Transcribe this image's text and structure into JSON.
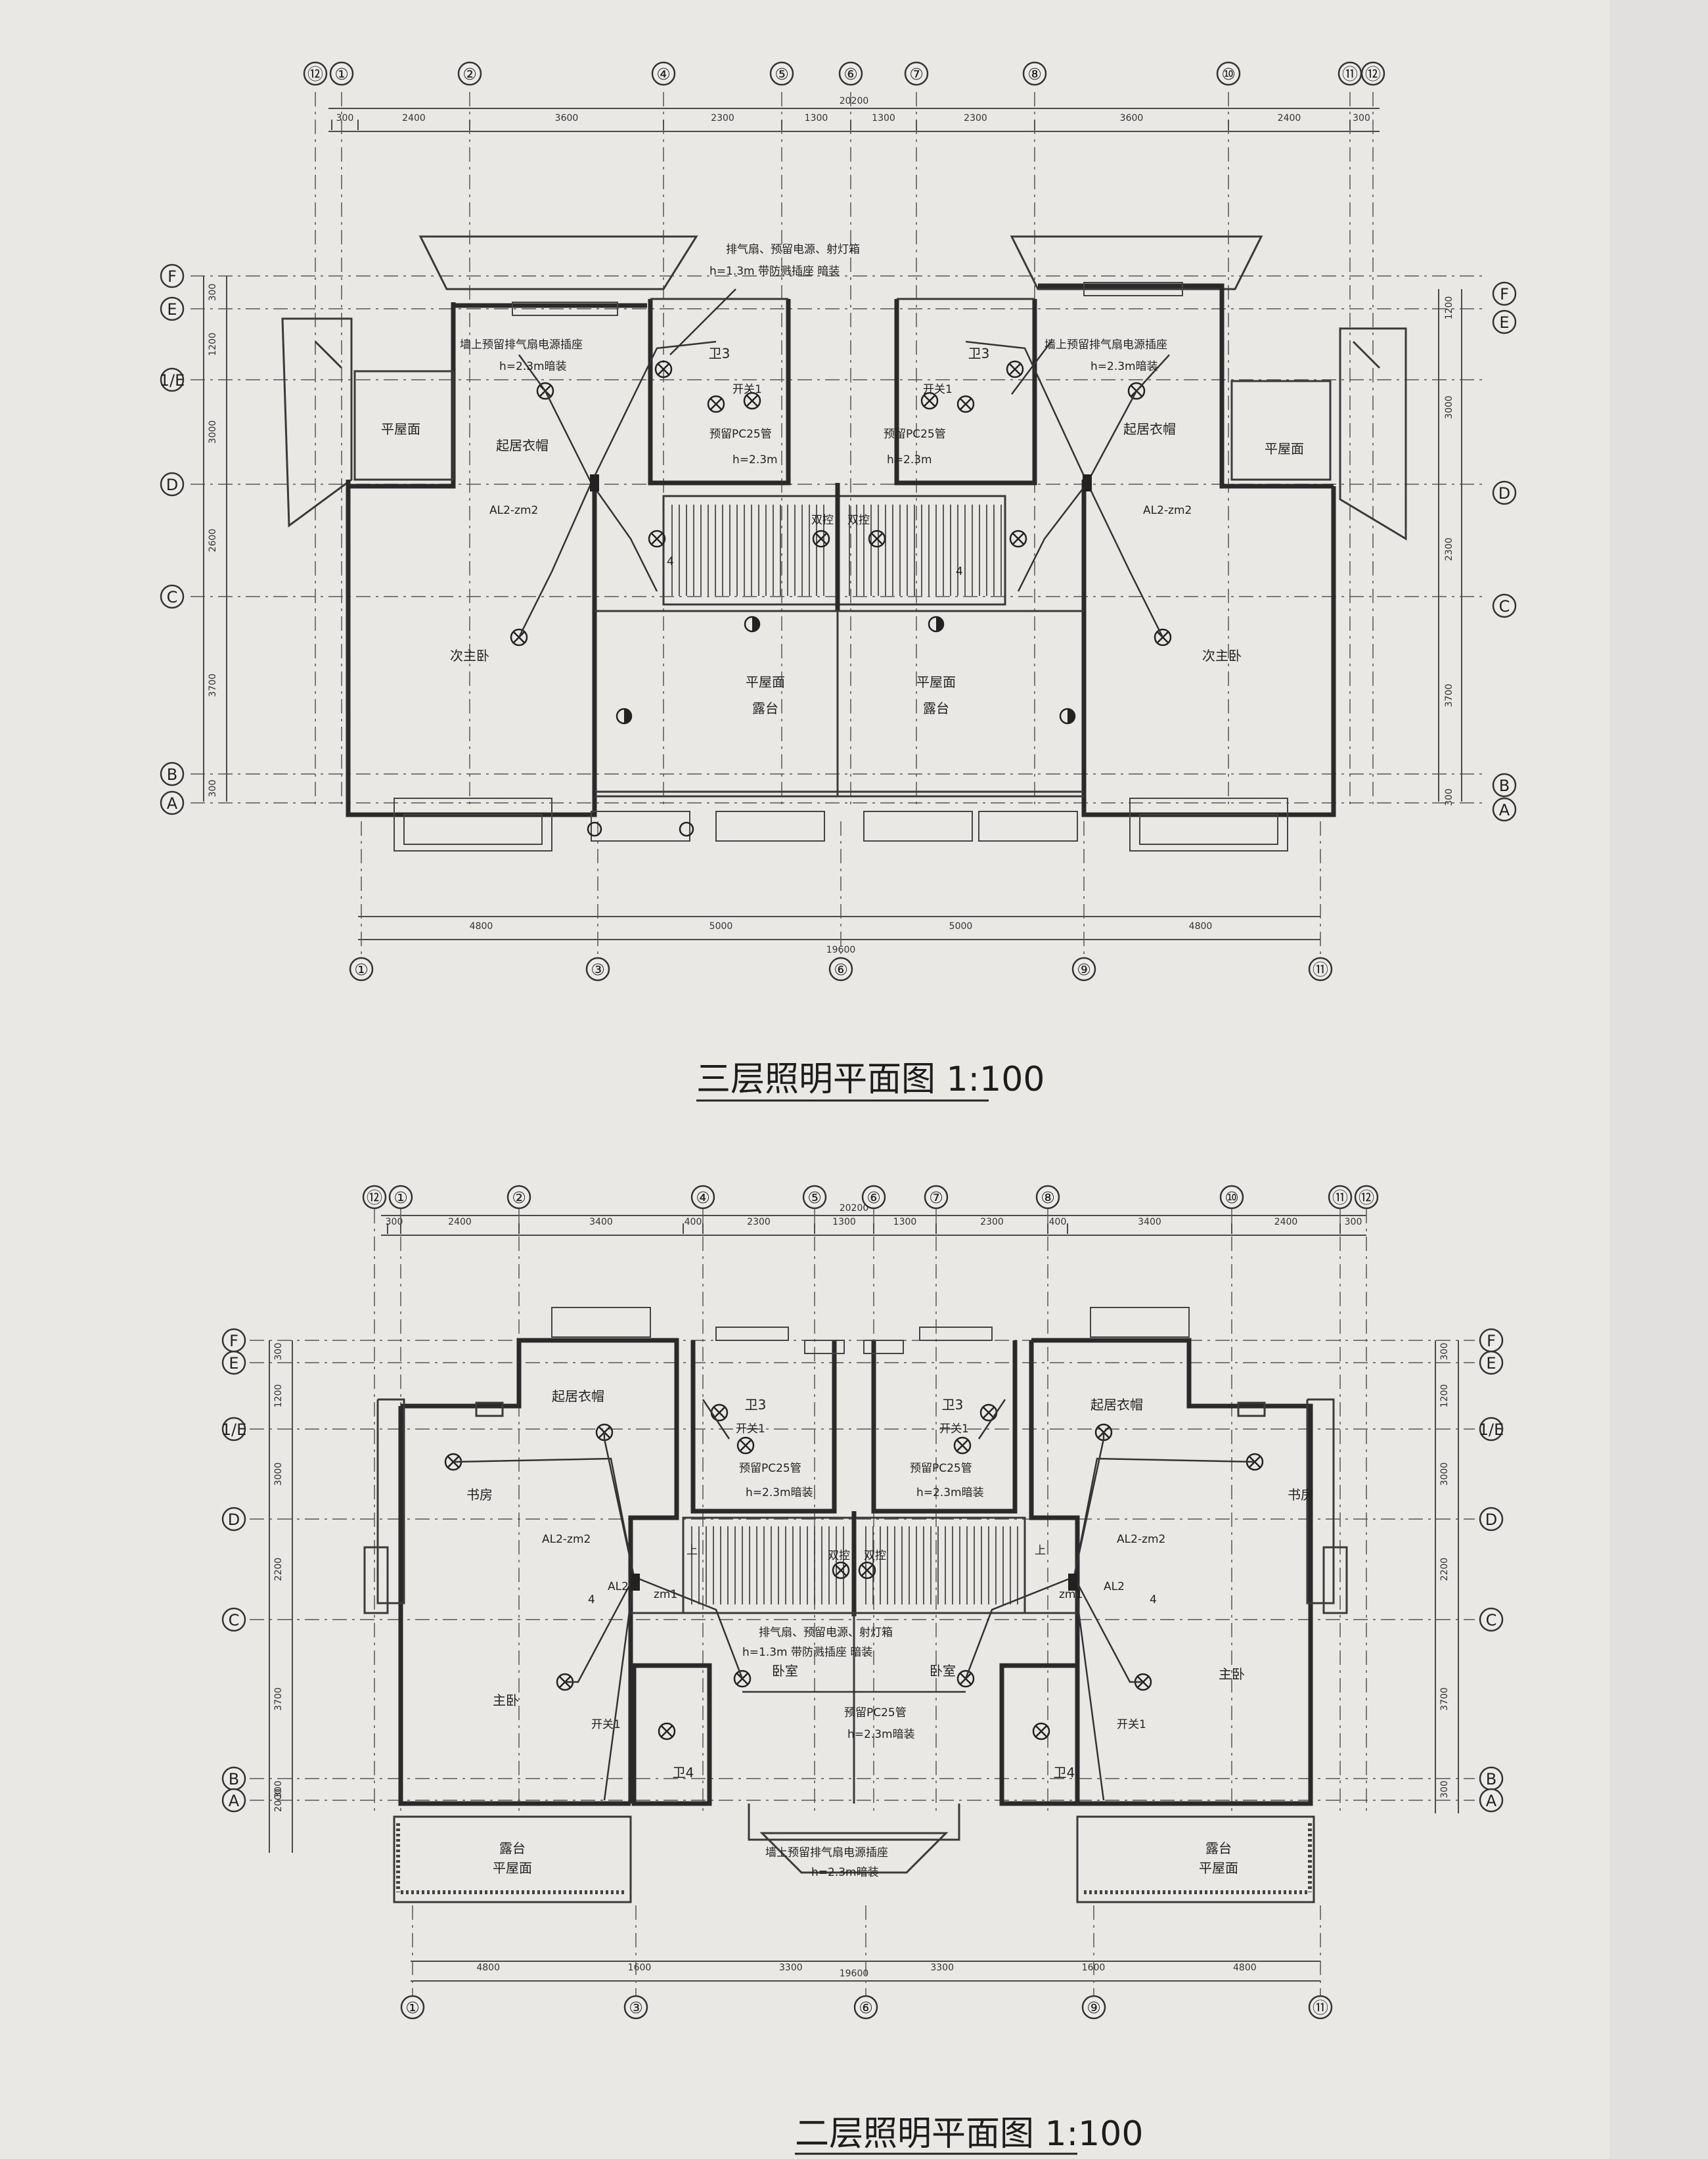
{
  "plans": [
    {
      "id": "third-floor",
      "title": "三层照明平面图",
      "scale": "1:100",
      "top_axes": [
        "⑫",
        "①",
        "②",
        "④",
        "⑤",
        "⑥",
        "⑦",
        "⑧",
        "⑩",
        "⑪",
        "⑫"
      ],
      "top_dims": [
        "300",
        "2400",
        "3600",
        "2300",
        "1300",
        "1300",
        "2300",
        "3600",
        "2400",
        "300"
      ],
      "top_total": "20200",
      "bottom_axes": [
        "①",
        "③",
        "⑥",
        "⑨",
        "⑪"
      ],
      "bottom_dims": [
        "4800",
        "5000",
        "5000",
        "4800"
      ],
      "bottom_total": "19600",
      "left_axes": [
        "F",
        "E",
        "1/E",
        "D",
        "C",
        "B",
        "A"
      ],
      "right_axes": [
        "F",
        "E",
        "D",
        "C",
        "B",
        "A"
      ],
      "left_dims": [
        "300",
        "1200",
        "3000",
        "2600",
        "3700",
        "300"
      ],
      "right_dims": [
        "1200",
        "3000",
        "2300",
        "3700",
        "300"
      ],
      "rooms": [
        "平屋面",
        "起居衣帽",
        "卫3",
        "次主卧",
        "平屋面",
        "露台",
        "平屋面",
        "露台",
        "次主卧",
        "起居衣帽",
        "卫3",
        "平屋面"
      ],
      "annotations": [
        "AL2-zm2",
        "AL2-zm2",
        "预留PC25管",
        "预留PC25管",
        "h=2.3m",
        "h=2.3m",
        "双控",
        "双控",
        "排气扇、预留电源、射灯箱",
        "h=1.3m 带防溅插座 暗装",
        "墙上预留排气扇电源插座",
        "h=2.3m暗装",
        "墙上预留排气扇电源插座",
        "h=2.3m暗装",
        "开关1",
        "开关1",
        "4",
        "4"
      ]
    },
    {
      "id": "second-floor",
      "title": "二层照明平面图",
      "scale": "1:100",
      "top_axes": [
        "⑫",
        "①",
        "②",
        "④",
        "⑤",
        "⑥",
        "⑦",
        "⑧",
        "⑩",
        "⑪",
        "⑫"
      ],
      "top_dims": [
        "300",
        "2400",
        "3400",
        "400",
        "2300",
        "1300",
        "1300",
        "2300",
        "400",
        "3400",
        "2400",
        "300"
      ],
      "top_total": "20200",
      "bottom_axes": [
        "①",
        "③",
        "⑥",
        "⑨",
        "⑪"
      ],
      "bottom_dims": [
        "4800",
        "1600",
        "3300",
        "3300",
        "1600",
        "4800"
      ],
      "bottom_total": "19600",
      "left_axes": [
        "F",
        "E",
        "1/E",
        "D",
        "C",
        "B",
        "A"
      ],
      "right_axes": [
        "F",
        "E",
        "1/E",
        "D",
        "C",
        "B",
        "A"
      ],
      "left_dims": [
        "300",
        "1200",
        "3000",
        "2200",
        "3700",
        "300",
        "2000"
      ],
      "right_dims": [
        "300",
        "1200",
        "3000",
        "2200",
        "3700",
        "300"
      ],
      "rooms": [
        "起居衣帽",
        "书房",
        "卫3",
        "主卧",
        "露台",
        "平屋面",
        "卧室",
        "卧室",
        "卫4",
        "卫4",
        "起居衣帽",
        "书房",
        "卫3",
        "主卧",
        "露台",
        "平屋面"
      ],
      "annotations": [
        "AL2-zm2",
        "AL2-zm2",
        "AL2",
        "AL2",
        "zm1",
        "zm1",
        "预留PC25管",
        "预留PC25管",
        "预留PC25管",
        "h=2.3m暗装",
        "h=2.3m暗装",
        "h=2.3m暗装",
        "双控",
        "双控",
        "开关1",
        "开关1",
        "开关1",
        "开关1",
        "4",
        "4",
        "排气扇、预留电源、射灯箱",
        "h=1.3m 带防溅插座 暗装",
        "墙上预留排气扇电源插座",
        "h=2.3m暗装",
        "上",
        "上"
      ]
    }
  ]
}
